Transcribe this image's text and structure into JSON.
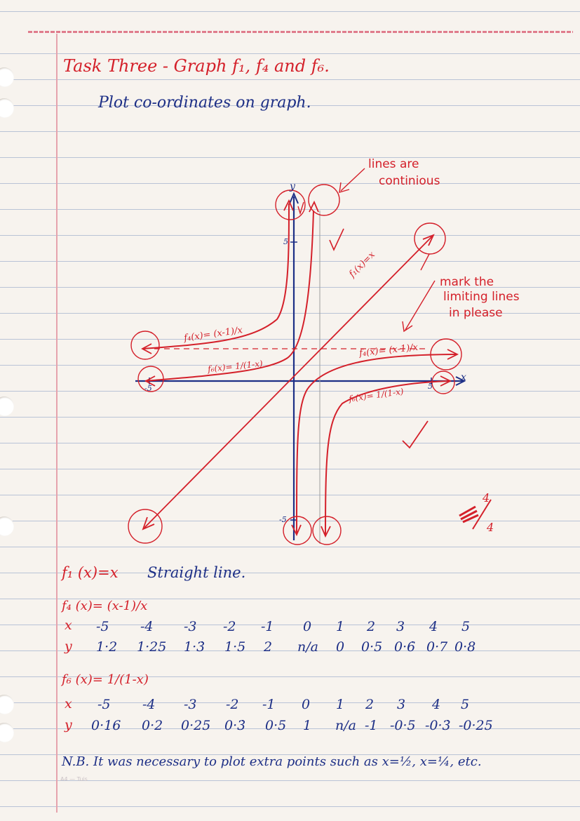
{
  "page": {
    "title": "Task Three - Graph f₁, f₄ and f₆.",
    "instruction": "Plot co-ordinates on graph.",
    "footer_mark": "A4 — Tuis"
  },
  "graph": {
    "axis_x_label": "x",
    "axis_y_label": "y",
    "tick_labels": {
      "x_min": "-5",
      "x_max": "5",
      "y_max": "5",
      "y_min": "-5"
    },
    "curve_labels": {
      "f1": "f₁(x)=x",
      "f4_left": "f₄(x)= (x-1)/x",
      "f6_left": "f₆(x)= 1/(1-x)",
      "f4_right": "f₄(x)= (x-1)/x",
      "f6_right": "f₆(x)= 1/(1-x)"
    },
    "comments": {
      "continuous_line1": "lines are",
      "continuous_line2": "continious",
      "limiting_line1": "mark the",
      "limiting_line2": "limiting lines",
      "limiting_line3": "in please"
    },
    "grade": {
      "score": "4",
      "out_of": "4"
    }
  },
  "notes": {
    "f1_statement": "f₁ (x)=x",
    "f1_description": "Straight line.",
    "f4_definition": "f₄ (x)= (x-1)/x",
    "f6_definition": "f₆ (x)= 1/(1-x)",
    "nb": "N.B. It was necessary to plot extra points such as x=½, x=¼, etc."
  },
  "tables": {
    "f4": {
      "x_label": "x",
      "y_label": "y",
      "x": [
        "-5",
        "-4",
        "-3",
        "-2",
        "-1",
        "0",
        "1",
        "2",
        "3",
        "4",
        "5"
      ],
      "y": [
        "1·2",
        "1·25",
        "1·3̇",
        "1·5",
        "2",
        "n/a",
        "0",
        "0·5",
        "0·6̇",
        "0·7",
        "0·8"
      ]
    },
    "f6": {
      "x_label": "x",
      "y_label": "y",
      "x": [
        "-5",
        "-4",
        "-3",
        "-2",
        "-1",
        "0",
        "1",
        "2",
        "3",
        "4",
        "5"
      ],
      "y": [
        "0·16",
        "0·2",
        "0·25",
        "0·3̇",
        "0·5",
        "1",
        "n/a",
        "-1",
        "-0·5",
        "-0·3̇",
        "-0·25"
      ]
    }
  },
  "colors": {
    "ink_red": "#d4202a",
    "ink_blue": "#1d2f86",
    "paper": "#f7f3ee",
    "rule": "#b9c3d6"
  }
}
